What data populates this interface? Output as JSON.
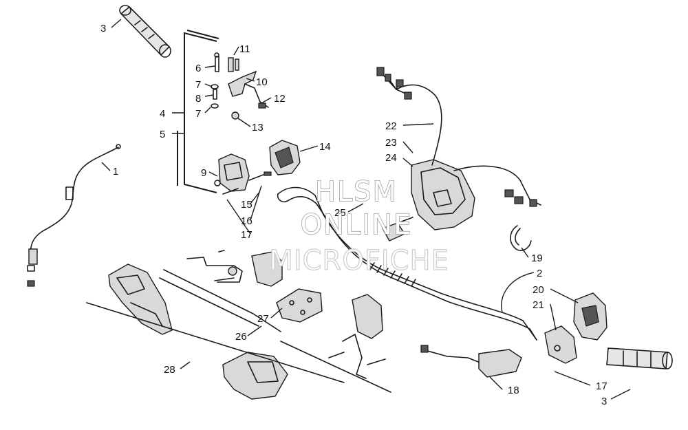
{
  "watermark": {
    "line1": "HLSM",
    "line2": "ONLINE",
    "line3": "MICROFICHE"
  },
  "callouts": {
    "c3a": "3",
    "c11": "11",
    "c6": "6",
    "c10": "10",
    "c7a": "7",
    "c12": "12",
    "c8": "8",
    "c4": "4",
    "c7b": "7",
    "c13": "13",
    "c5": "5",
    "c14": "14",
    "c22": "22",
    "c23": "23",
    "c24": "24",
    "c1": "1",
    "c9": "9",
    "c15": "15",
    "c16": "16",
    "c17a": "17",
    "c25": "25",
    "c19": "19",
    "c2": "2",
    "c20": "20",
    "c21": "21",
    "c27": "27",
    "c26": "26",
    "c28": "28",
    "c18": "18",
    "c17b": "17",
    "c3b": "3"
  }
}
